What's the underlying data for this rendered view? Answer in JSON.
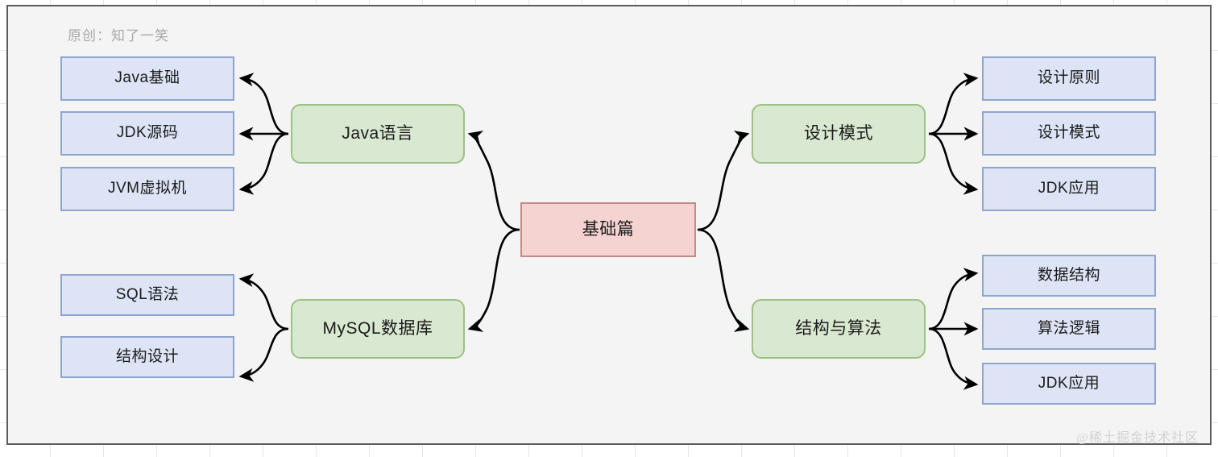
{
  "meta": {
    "credit": "原创：知了一笑",
    "watermark": "@稀土掘金技术社区"
  },
  "colors": {
    "leaf_fill": "#dce4f5",
    "leaf_stroke": "#8ea5cd",
    "branch_fill": "#d9e8d0",
    "branch_stroke": "#9cc184",
    "root_fill": "#f5d3d1",
    "root_stroke": "#c08c8a",
    "canvas_bg": "#f4f4f4",
    "frame_stroke": "#5c5c5c",
    "edge_stroke": "#000000",
    "credit_text": "#a8a8a8",
    "watermark_text": "#d2d2d2"
  },
  "chart_data": {
    "type": "diagram",
    "diagram_kind": "mind-map",
    "title": "基础篇",
    "root": {
      "label": "基础篇",
      "shape": "rectangle",
      "style": "root"
    },
    "branches": [
      {
        "label": "Java语言",
        "shape": "rounded-rectangle",
        "style": "branch",
        "side": "left",
        "children": [
          "Java基础",
          "JDK源码",
          "JVM虚拟机"
        ]
      },
      {
        "label": "MySQL数据库",
        "shape": "rounded-rectangle",
        "style": "branch",
        "side": "left",
        "children": [
          "SQL语法",
          "结构设计"
        ]
      },
      {
        "label": "设计模式",
        "shape": "rounded-rectangle",
        "style": "branch",
        "side": "right",
        "children": [
          "设计原则",
          "设计模式",
          "JDK应用"
        ]
      },
      {
        "label": "结构与算法",
        "shape": "rounded-rectangle",
        "style": "branch",
        "side": "right",
        "children": [
          "数据结构",
          "算法逻辑",
          "JDK应用"
        ]
      }
    ]
  },
  "nodes": {
    "root": {
      "label": "基础篇"
    },
    "java_lang": {
      "label": "Java语言"
    },
    "mysql_db": {
      "label": "MySQL数据库"
    },
    "design_pattern": {
      "label": "设计模式"
    },
    "struct_algo": {
      "label": "结构与算法"
    },
    "java_basic": {
      "label": "Java基础"
    },
    "jdk_source": {
      "label": "JDK源码"
    },
    "jvm": {
      "label": "JVM虚拟机"
    },
    "sql_syntax": {
      "label": "SQL语法"
    },
    "schema_design": {
      "label": "结构设计"
    },
    "design_principle": {
      "label": "设计原则"
    },
    "design_pattern_leaf": {
      "label": "设计模式"
    },
    "jdk_app_top": {
      "label": "JDK应用"
    },
    "data_structure": {
      "label": "数据结构"
    },
    "algo_logic": {
      "label": "算法逻辑"
    },
    "jdk_app_bottom": {
      "label": "JDK应用"
    }
  }
}
